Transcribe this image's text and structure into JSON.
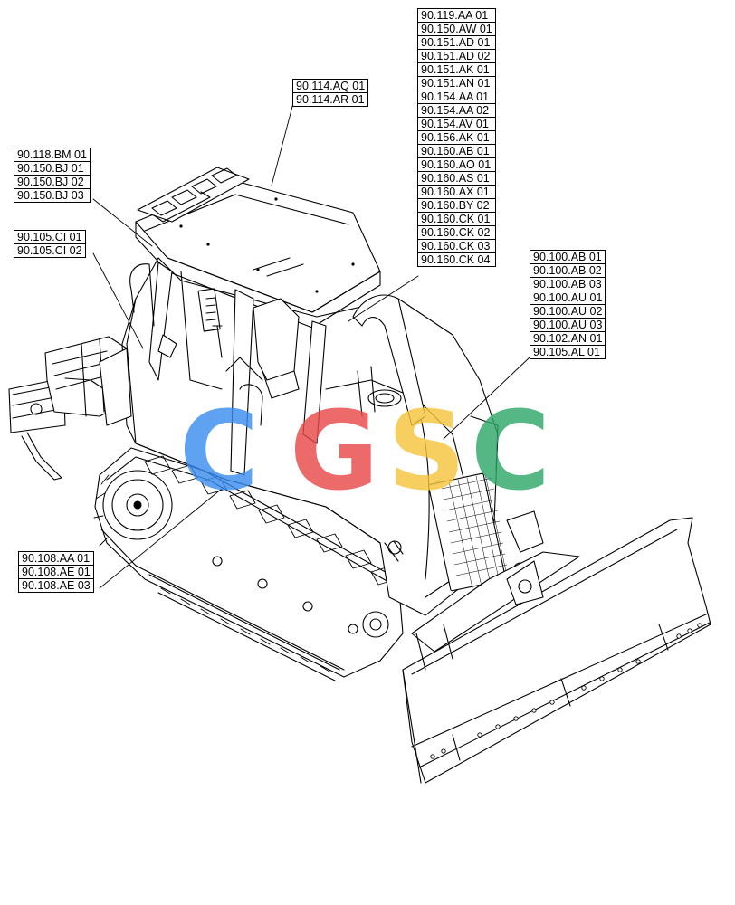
{
  "watermark": {
    "letters": [
      "C",
      "G",
      "S",
      "C"
    ],
    "colors": [
      "#3d8ef0",
      "#e84a4a",
      "#f6c43e",
      "#2fa86a"
    ]
  },
  "callouts": [
    {
      "id": "left-top",
      "labels": [
        "90.118.BM 01",
        "90.150.BJ 01",
        "90.150.BJ 02",
        "90.150.BJ 03"
      ]
    },
    {
      "id": "left-middle",
      "labels": [
        "90.105.CI 01",
        "90.105.CI 02"
      ]
    },
    {
      "id": "cab-roof",
      "labels": [
        "90.114.AQ 01",
        "90.114.AR 01"
      ]
    },
    {
      "id": "right-tall",
      "labels": [
        "90.119.AA 01",
        "90.150.AW 01",
        "90.151.AD 01",
        "90.151.AD 02",
        "90.151.AK 01",
        "90.151.AN 01",
        "90.154.AA 01",
        "90.154.AA 02",
        "90.154.AV 01",
        "90.156.AK 01",
        "90.160.AB 01",
        "90.160.AO 01",
        "90.160.AS 01",
        "90.160.AX 01",
        "90.160.BY 02",
        "90.160.CK 01",
        "90.160.CK 02",
        "90.160.CK 03",
        "90.160.CK 04"
      ]
    },
    {
      "id": "right-middle",
      "labels": [
        "90.100.AB 01",
        "90.100.AB 02",
        "90.100.AB 03",
        "90.100.AU 01",
        "90.100.AU 02",
        "90.100.AU 03",
        "90.102.AN 01",
        "90.105.AL 01"
      ]
    },
    {
      "id": "left-bottom",
      "labels": [
        "90.108.AA 01",
        "90.108.AE 01",
        "90.108.AE 03"
      ]
    }
  ]
}
